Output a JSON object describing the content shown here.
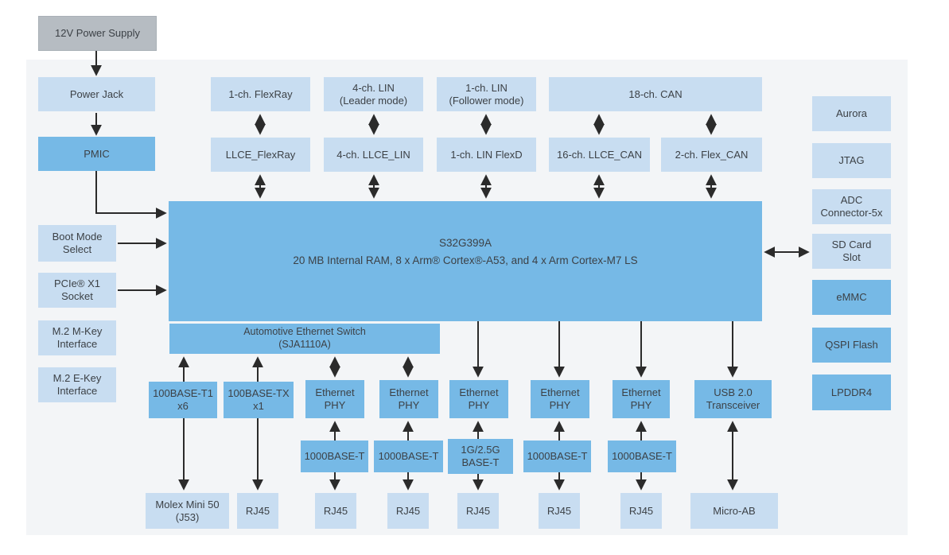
{
  "colors": {
    "box_light": "#c8ddf1",
    "box_mid": "#76b9e6",
    "box_gray": "#b6bcc2",
    "canvas_bg": "#f3f5f7",
    "arrow": "#2b2b2b"
  },
  "nodes": {
    "power_supply": {
      "label": "12V Power Supply"
    },
    "power_jack": {
      "label": "Power Jack"
    },
    "pmic": {
      "label": "PMIC"
    },
    "boot_mode": {
      "label": "Boot Mode",
      "label2": "Select"
    },
    "pcie": {
      "label": "PCIe® X1",
      "label2": "Socket"
    },
    "m2_mkey": {
      "label": "M.2 M-Key",
      "label2": "Interface"
    },
    "m2_ekey": {
      "label": "M.2 E-Key",
      "label2": "Interface"
    },
    "flexray_1ch": {
      "label": "1-ch. FlexRay"
    },
    "lin_4ch": {
      "label": "4-ch. LIN",
      "label2": "(Leader mode)"
    },
    "lin_1ch": {
      "label": "1-ch. LIN",
      "label2": "(Follower mode)"
    },
    "can_18ch": {
      "label": "18-ch. CAN"
    },
    "llce_flexray": {
      "label": "LLCE_FlexRay"
    },
    "llce_lin": {
      "label": "4-ch. LLCE_LIN"
    },
    "lin_flexd": {
      "label": "1-ch. LIN FlexD"
    },
    "llce_can": {
      "label": "16-ch. LLCE_CAN"
    },
    "flex_can": {
      "label": "2-ch. Flex_CAN"
    },
    "soc": {
      "label": "S32G399A",
      "label2": "20 MB Internal RAM, 8 x Arm® Cortex®-A53, and 4 x Arm Cortex-M7 LS"
    },
    "eth_switch": {
      "label": "Automotive Ethernet Switch",
      "label2": "(SJA1110A)"
    },
    "base100_t1": {
      "label": "100BASE-T1",
      "label2": "x6"
    },
    "base100_tx": {
      "label": "100BASE-TX",
      "label2": "x1"
    },
    "phy1": {
      "label": "Ethernet",
      "label2": "PHY"
    },
    "phy2": {
      "label": "Ethernet",
      "label2": "PHY"
    },
    "phy3": {
      "label": "Ethernet",
      "label2": "PHY"
    },
    "phy4": {
      "label": "Ethernet",
      "label2": "PHY"
    },
    "phy5": {
      "label": "Ethernet",
      "label2": "PHY"
    },
    "usb": {
      "label": "USB 2.0",
      "label2": "Transceiver"
    },
    "baset_1": {
      "label": "1000BASE-T"
    },
    "baset_2": {
      "label": "1000BASE-T"
    },
    "baset_3": {
      "label": "1G/2.5G",
      "label2": "BASE-T"
    },
    "baset_4": {
      "label": "1000BASE-T"
    },
    "baset_5": {
      "label": "1000BASE-T"
    },
    "molex": {
      "label": "Molex Mini 50",
      "label2": "(J53)"
    },
    "rj45_1": {
      "label": "RJ45"
    },
    "rj45_2": {
      "label": "RJ45"
    },
    "rj45_3": {
      "label": "RJ45"
    },
    "rj45_4": {
      "label": "RJ45"
    },
    "rj45_5": {
      "label": "RJ45"
    },
    "rj45_6": {
      "label": "RJ45"
    },
    "micro_ab": {
      "label": "Micro-AB"
    },
    "aurora": {
      "label": "Aurora"
    },
    "jtag": {
      "label": "JTAG"
    },
    "adc": {
      "label": "ADC",
      "label2": "Connector-5x"
    },
    "sd_card": {
      "label": "SD Card",
      "label2": "Slot"
    },
    "emmc": {
      "label": "eMMC"
    },
    "qspi": {
      "label": "QSPI Flash"
    },
    "lpddr4": {
      "label": "LPDDR4"
    }
  }
}
